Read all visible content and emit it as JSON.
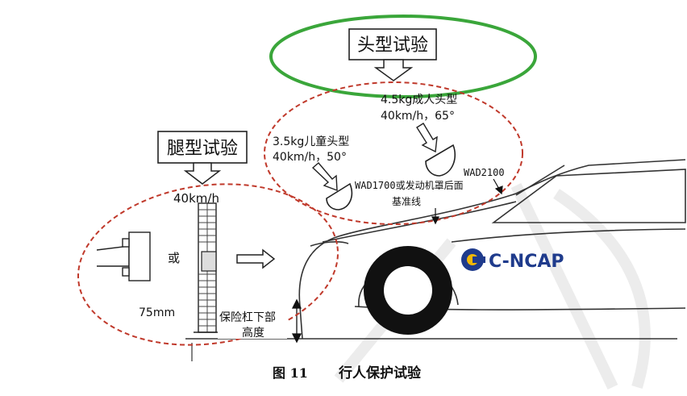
{
  "labels": {
    "head_test": "头型试验",
    "leg_test": "腿型试验",
    "adult_head_line1": "4.5kg成人头型",
    "adult_head_line2": "40km/h，65°",
    "child_head_line1": "3.5kg儿童头型",
    "child_head_line2": "40km/h，50°",
    "leg_speed": "40km/h",
    "or": "或",
    "wad1700_line1": "WAD1700或发动机罩后面",
    "wad1700_line2": "基准线",
    "wad2100": "WAD2100",
    "height_75": "75mm",
    "bumper_height_line1": "保险杠下部",
    "bumper_height_line2": "高度",
    "cncap": "C-NCAP",
    "figure_number": "图 11",
    "figure_title": "行人保护试验"
  },
  "colors": {
    "green_ellipse": "#3aa63a",
    "red_dash": "#c0392b",
    "cncap_blue": "#1f3b8c",
    "cncap_yellow": "#f2b705",
    "watermark": "#e6e6e6"
  }
}
